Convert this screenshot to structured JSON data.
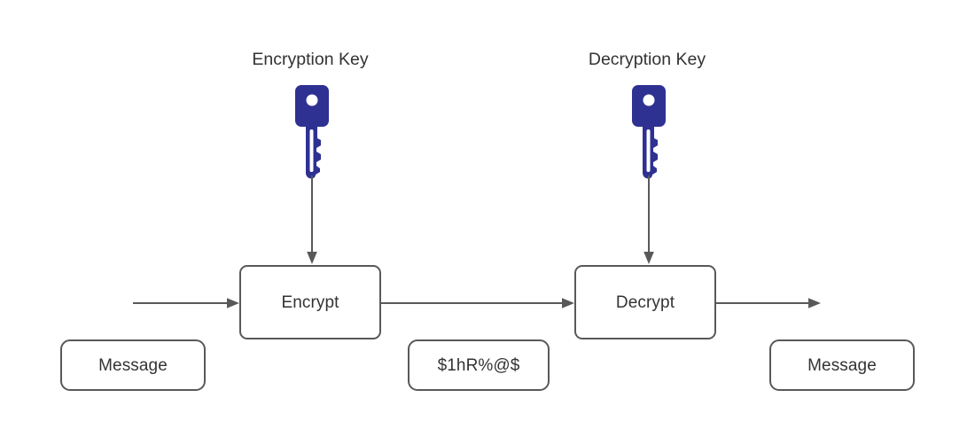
{
  "diagram": {
    "title": "Symmetric / asymmetric encryption flow",
    "background_color": "#ffffff",
    "stroke_color": "#595959",
    "text_color": "#333333",
    "key_color": "#2E3192"
  },
  "captions": {
    "encryption_key": "Encryption Key",
    "decryption_key": "Decryption Key"
  },
  "nodes": {
    "encrypt": "Encrypt",
    "decrypt": "Decrypt",
    "message_in": "Message",
    "ciphertext": "$1hR%@$",
    "message_out": "Message"
  },
  "icons": {
    "encryption_key_icon": "key-icon",
    "decryption_key_icon": "key-icon"
  },
  "edges": [
    {
      "name": "plaintext-into-encrypt",
      "from": "message-in",
      "to": "encrypt",
      "direction": "right"
    },
    {
      "name": "encrypt-to-decrypt",
      "from": "encrypt",
      "to": "decrypt",
      "direction": "right"
    },
    {
      "name": "decrypt-output",
      "from": "decrypt",
      "to": "message-out",
      "direction": "right"
    },
    {
      "name": "encryption-key-into-encrypt",
      "from": "encryption-key",
      "to": "encrypt",
      "direction": "down"
    },
    {
      "name": "decryption-key-into-decrypt",
      "from": "decryption-key",
      "to": "decrypt",
      "direction": "down"
    }
  ]
}
